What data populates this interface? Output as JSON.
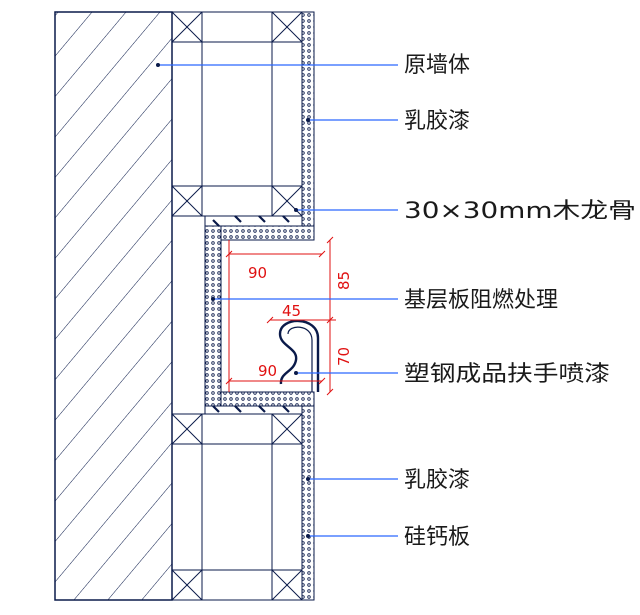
{
  "colors": {
    "outline": "#0a1a4a",
    "leader": "#2a68ff",
    "dimension": "#e01010",
    "text": "#1a1a1a",
    "board_dots": "#0a1a4a"
  },
  "labels": {
    "original_wall": "原墙体",
    "latex_paint_top": "乳胶漆",
    "wood_keel": "30×30mm木龙骨",
    "base_board": "基层板阻燃处理",
    "handrail": "塑钢成品扶手喷漆",
    "latex_paint_bottom": "乳胶漆",
    "calcium_silicate_board": "硅钙板"
  },
  "dimensions": {
    "depth_upper": "90",
    "height_upper": "85",
    "handrail_width": "45",
    "height_lower": "70",
    "depth_lower": "90"
  }
}
